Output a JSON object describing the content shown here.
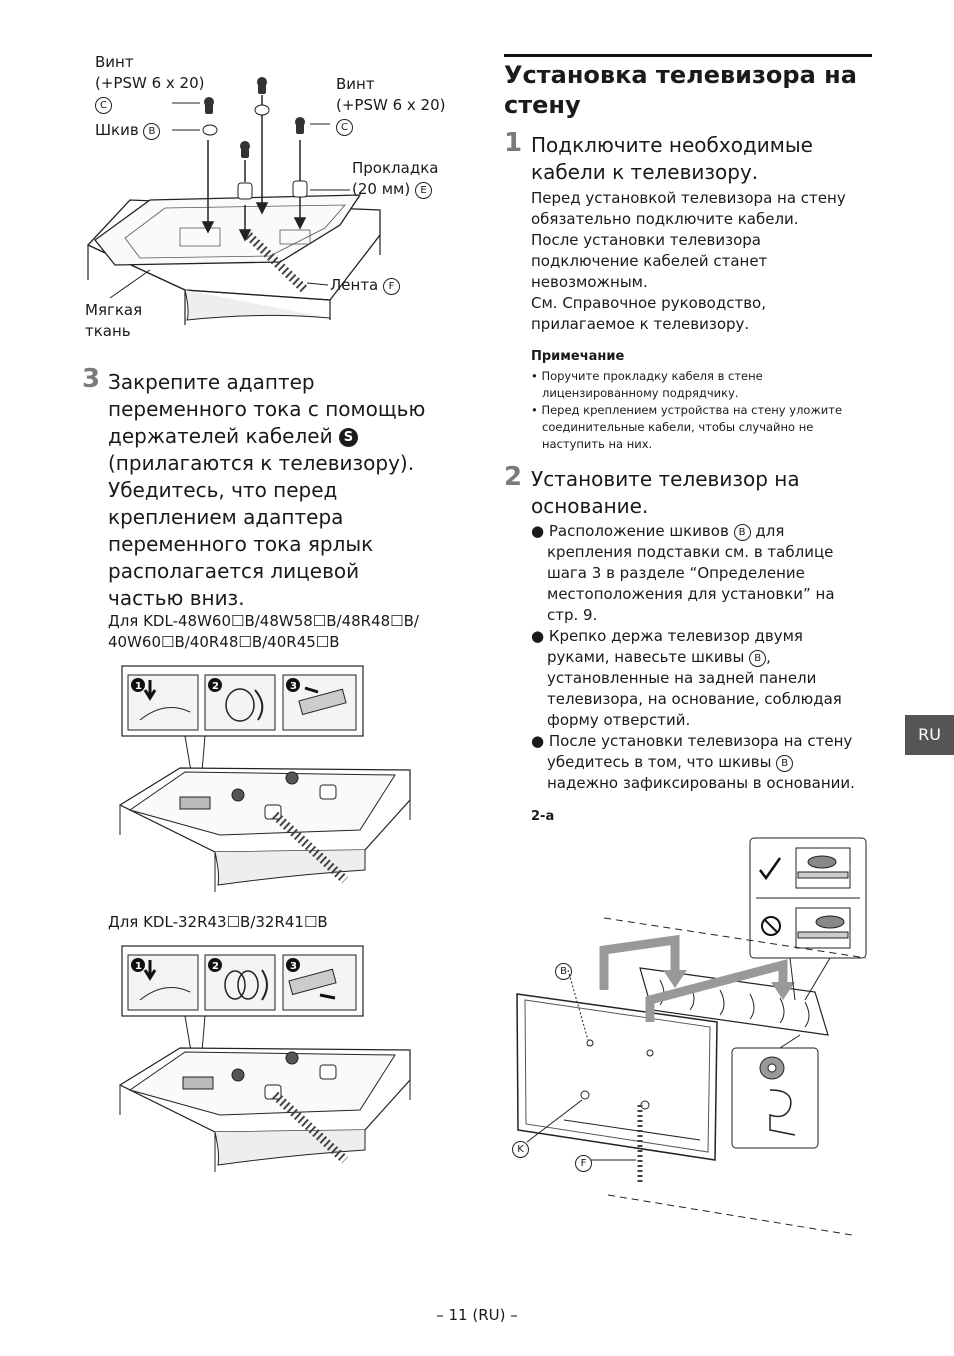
{
  "top_figure": {
    "screw_left": "Винт",
    "screw_left_spec": "(+PSW 6 x 20)",
    "screw_left_mark": "C",
    "pulley": "Шкив",
    "pulley_mark": "B",
    "screw_right": "Винт",
    "screw_right_spec": "(+PSW 6 x 20)",
    "screw_right_mark": "C",
    "spacer": "Прокладка",
    "spacer_spec": "(20 мм)",
    "spacer_mark": "E",
    "soft_cloth_1": "Мягкая",
    "soft_cloth_2": "ткань",
    "belt": "Лента",
    "belt_mark": "F"
  },
  "step3": {
    "number": "3",
    "line1": "Закрепите адаптер",
    "line2": "переменного тока с помощью",
    "line3": "держателей кабелей",
    "mark": "S",
    "line4": "(прилагаются к телевизору).",
    "line5": "Убедитесь, что перед",
    "line6": "креплением адаптера",
    "line7": "переменного тока ярлык",
    "line8": "располагается лицевой",
    "line9": "частью вниз.",
    "models_a1": "Для KDL-48W60☐B/48W58☐B/48R48☐B/",
    "models_a2": "40W60☐B/40R48☐B/40R45☐B",
    "models_b": "Для KDL-32R43☐B/32R41☐B"
  },
  "right": {
    "heading1": "Установка телевизора на",
    "heading2": "стену",
    "step1_number": "1",
    "step1_line1": "Подключите необходимые",
    "step1_line2": "кабели к телевизору.",
    "step1_body": [
      "Перед установкой телевизора на стену",
      "обязательно подключите кабели.",
      "После установки телевизора",
      "подключение кабелей станет",
      "невозможным.",
      "См. Справочное руководство,",
      "прилагаемое к телевизору."
    ],
    "note_title": "Примечание",
    "note1_l1": "Поручите прокладку кабеля в стене",
    "note1_l2": "лицензированному подрядчику.",
    "note2_l1": "Перед креплением устройства на стену уложите",
    "note2_l2": "соединительные кабели, чтобы случайно не",
    "note2_l3": "наступить на них.",
    "step2_number": "2",
    "step2_line1": "Установите телевизор на",
    "step2_line2": "основание.",
    "b1_l1a": "Расположение шкивов",
    "b1_mark": "B",
    "b1_l1b": "для",
    "b1_l2": "крепления подставки см. в таблице",
    "b1_l3": "шага 3 в разделе “Определение",
    "b1_l4": "местоположения для установки” на",
    "b1_l5": "стр. 9.",
    "b2_l1": "Крепко держа телевизор двумя",
    "b2_l2a": "руками, навесьте шкивы",
    "b2_mark": "B",
    "b2_l2b": ",",
    "b2_l3": "установленные на задней панели",
    "b2_l4": "телевизора, на основание, соблюдая",
    "b2_l5": "форму отверстий.",
    "b3_l1": "После установки телевизора на стену",
    "b3_l2a": "убедитесь в том, что шкивы",
    "b3_mark": "B",
    "b3_l3": "надежно зафиксированы в основании.",
    "fig_label": "2-a",
    "callout_b": "B",
    "callout_k": "K",
    "callout_f": "F"
  },
  "ru_tab": "RU",
  "page_number": "– 11 (RU) –"
}
